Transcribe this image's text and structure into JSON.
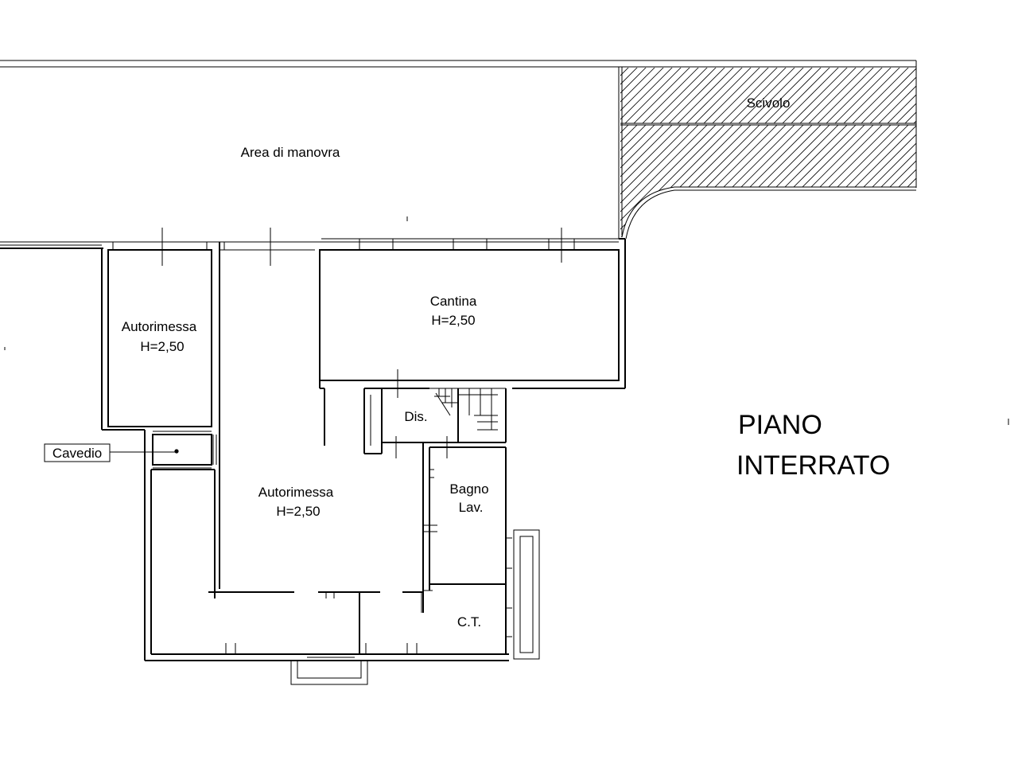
{
  "labels": {
    "area_manovra": "Area di manovra",
    "scivolo": "Scivolo",
    "cantina": "Cantina",
    "cantina_height": "H=2,50",
    "autorimessa_left": "Autorimessa",
    "autorimessa_left_height": "H=2,50",
    "dis": "Dis.",
    "bagno": "Bagno",
    "bagno_lav": "Lav.",
    "autorimessa_main": "Autorimessa",
    "autorimessa_main_height": "H=2,50",
    "ct": "C.T.",
    "cavedio": "Cavedio",
    "title_line1": "PIANO",
    "title_line2": "INTERRATO"
  },
  "colors": {
    "ink": "#000000",
    "paper": "#ffffff"
  }
}
